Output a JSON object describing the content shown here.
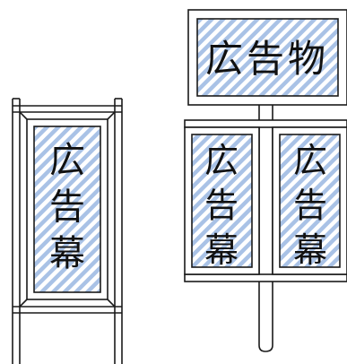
{
  "colors": {
    "line": "#1a1a1a",
    "stripe": "#a9c2e6",
    "panel_fill": "#ffffff",
    "text": "#111111"
  },
  "signs": {
    "top_board": "広告物",
    "left_banner": [
      "広",
      "告",
      "幕"
    ],
    "mid_banner": [
      "広",
      "告",
      "幕"
    ],
    "right_banner": [
      "広",
      "告",
      "幕"
    ]
  }
}
